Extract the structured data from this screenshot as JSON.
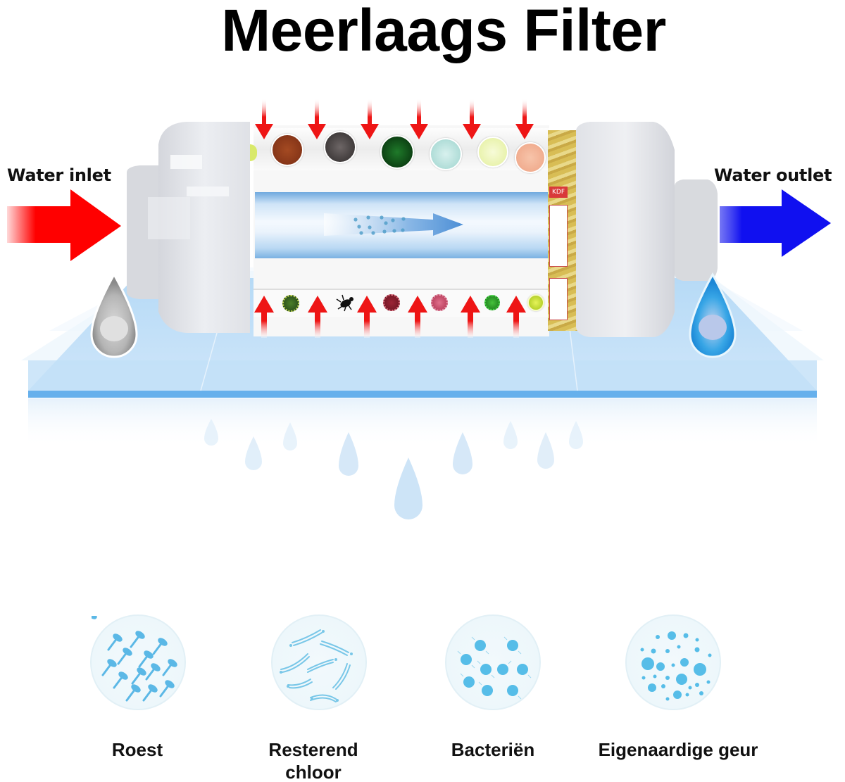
{
  "title": "Meerlaags Filter",
  "flow": {
    "inlet_label": "Water inlet",
    "outlet_label": "Water outlet",
    "inlet_arrow_color": "#ff0000",
    "outlet_arrow_color": "#1010f0",
    "flow_direction": "left-to-right"
  },
  "filter": {
    "top_contaminants": [
      {
        "name": "rust-particle",
        "color": "#8b3a1c"
      },
      {
        "name": "sediment-particle",
        "color": "#4a4444"
      },
      {
        "name": "virus-green",
        "color": "#0e5b16"
      },
      {
        "name": "microbe-teal",
        "color": "#a8dcd6"
      },
      {
        "name": "parasite-yellow",
        "color": "#eef5b6"
      },
      {
        "name": "microbe-peach",
        "color": "#f1b093"
      }
    ],
    "bottom_contaminants": [
      {
        "name": "bacteria-green",
        "color": "#3b6a1e"
      },
      {
        "name": "mite-black",
        "color": "#111111"
      },
      {
        "name": "virus-red",
        "color": "#8c1f2a"
      },
      {
        "name": "virus-pink",
        "color": "#c9486a"
      },
      {
        "name": "virus-bright-green",
        "color": "#2e9c2a"
      },
      {
        "name": "bacteria-yellow",
        "color": "#c8de2a"
      }
    ],
    "arrow_color": "#ee1111",
    "tube_color": "#8dbfea",
    "media_label": "KDF"
  },
  "filtered_items": [
    {
      "label": "Roest",
      "icon": "rust-icon"
    },
    {
      "label": "Resterend chloor",
      "line1": "Resterend",
      "line2": "chloor",
      "icon": "chlorine-icon"
    },
    {
      "label": "Bacteriën",
      "icon": "bacteria-icon"
    },
    {
      "label": "Eigenaardige geur",
      "icon": "odor-icon"
    }
  ],
  "colors": {
    "accent_blue": "#5bb8e6",
    "platform_blue": "#a9d3f3",
    "platform_edge": "#66b0ec"
  }
}
